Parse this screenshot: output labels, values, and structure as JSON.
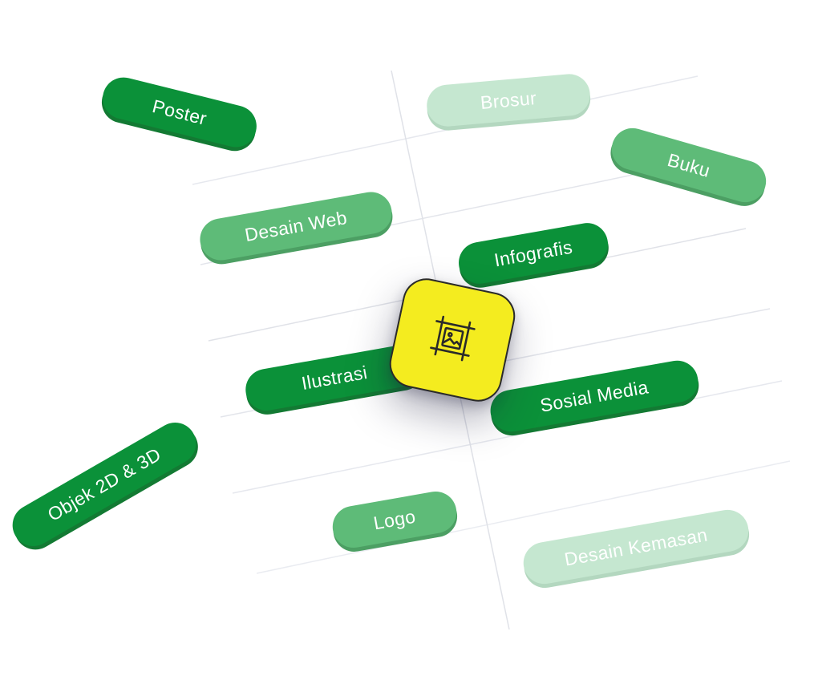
{
  "center": {
    "icon": "image-frame-icon",
    "color": "#f4ec1f"
  },
  "colors": {
    "strong": "#0b9139",
    "medium": "#5ebb78",
    "faint": "#c5e7d0"
  },
  "tags": [
    {
      "id": "poster",
      "label": "Poster",
      "style": "strong"
    },
    {
      "id": "brosur",
      "label": "Brosur",
      "style": "faint"
    },
    {
      "id": "buku",
      "label": "Buku",
      "style": "medium"
    },
    {
      "id": "desain-web",
      "label": "Desain Web",
      "style": "medium"
    },
    {
      "id": "infografis",
      "label": "Infografis",
      "style": "strong"
    },
    {
      "id": "ilustrasi",
      "label": "Ilustrasi",
      "style": "strong"
    },
    {
      "id": "sosial-media",
      "label": "Sosial Media",
      "style": "strong"
    },
    {
      "id": "objek-2d-3d",
      "label": "Objek 2D & 3D",
      "style": "strong"
    },
    {
      "id": "logo",
      "label": "Logo",
      "style": "medium"
    },
    {
      "id": "desain-kemasan",
      "label": "Desain Kemasan",
      "style": "faint"
    }
  ]
}
